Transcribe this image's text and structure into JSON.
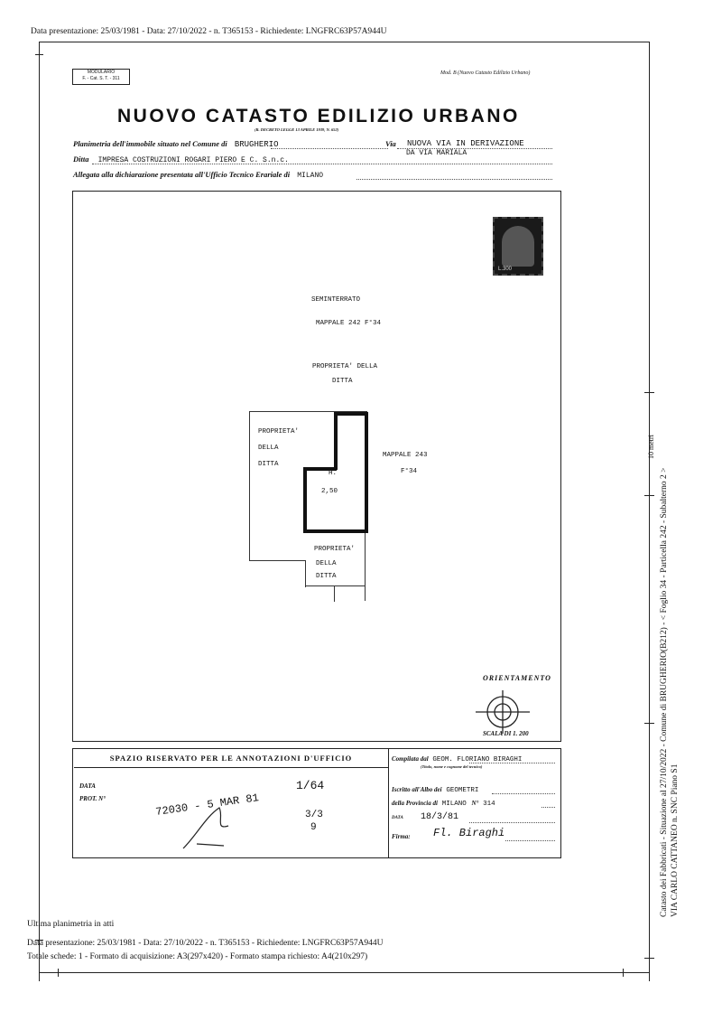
{
  "header": {
    "meta_line": "Data presentazione: 25/03/1981 - Data: 27/10/2022 - n. T365153 - Richiedente: LNGFRC63P57A944U"
  },
  "form": {
    "modulario": "MODULARIO",
    "modulario_code": "F. - Cat. S. T. - 311",
    "model": "Mod. B (Nuovo Catasto Edilizio Urbano)",
    "title": "NUOVO CATASTO EDILIZIO URBANO",
    "decree": "(R. DECRETO LEGGE 13 APRILE 1939, N. 652)",
    "row1_label": "Planimetria dell'immobile situato nel Comune di",
    "row1_comune": "BRUGHERIO",
    "row1_via_label": "Via",
    "row1_via": "NUOVA VIA IN DERIVAZIONE",
    "row1_via2": "DA VIA MARIALA",
    "row2_label": "Ditta",
    "row2_ditta": "IMPRESA COSTRUZIONI ROGARI PIERO E C. S.n.c.",
    "row3_label": "Allegata alla dichiarazione presentata all'Ufficio Tecnico Erariale di",
    "row3_ufficio": "MILANO"
  },
  "stamp": {
    "value": "L.300"
  },
  "plan": {
    "level": "SEMINTERRATO",
    "mappale_top": "MAPPALE 242 F°34",
    "prop_top_1": "PROPRIETA' DELLA",
    "prop_top_2": "DITTA",
    "prop_left_1": "PROPRIETA'",
    "prop_left_2": "DELLA",
    "prop_left_3": "DITTA",
    "mappale_right_1": "MAPPALE 243",
    "mappale_right_2": "F°34",
    "room_h": "H.",
    "room_h_val": "2,50",
    "prop_bottom_1": "PROPRIETA'",
    "prop_bottom_2": "DELLA",
    "prop_bottom_3": "DITTA"
  },
  "orientation": {
    "label": "ORIENTAMENTO",
    "scale": "SCALA DI 1. 200"
  },
  "office": {
    "reserved_title": "SPAZIO RISERVATO PER LE ANNOTAZIONI D'UFFICIO",
    "data_label": "DATA",
    "prot_label": "PROT. N°",
    "prot_number": "72030 - 5 MAR 81",
    "annot_1": "1/64",
    "annot_2": "3/3",
    "annot_3": "9",
    "compiled_label": "Compilata dal",
    "compiled_by": "GEOM. FLORIANO BIRAGHI",
    "compiled_sub": "(Titolo, nome e cognome del tecnico)",
    "albo_label": "Iscritto all'Albo dei",
    "albo": "GEOMETRI",
    "prov_label": "della Provincia di",
    "prov": "MILANO",
    "n_label": "N°",
    "n_val": "314",
    "data2_label": "DATA",
    "data2": "18/3/81",
    "firma_label": "Firma:",
    "firma": "Fl. Biraghi"
  },
  "side": {
    "line1": "Catasto dei Fabbricati - Situazione al 27/10/2022 - Comune di BRUGHERIO(B212) - < Foglio 34 - Particella 242 - Subalterno 2 >",
    "line2": "VIA CARLO CATTANEO n. SNC Piano S1",
    "ultima": "Ultima planimetria in atti",
    "scale_badge": "10 metri"
  },
  "footer": {
    "ultima": "Ultima planimetria in atti",
    "line1": "Data presentazione: 25/03/1981 - Data: 27/10/2022 - n. T365153 - Richiedente: LNGFRC63P57A944U",
    "line2": "Totale schede: 1 - Formato di acquisizione: A3(297x420) - Formato stampa richiesto: A4(210x297)"
  }
}
